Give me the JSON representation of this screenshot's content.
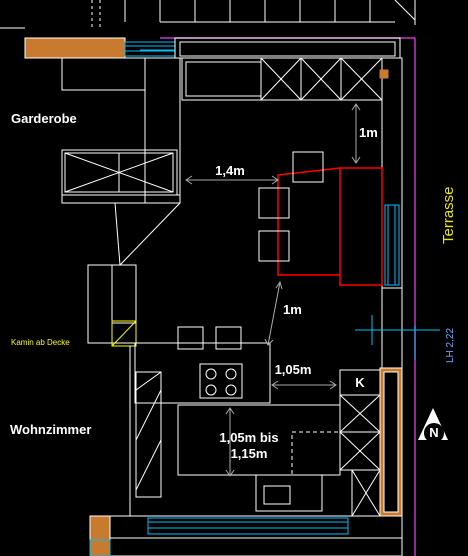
{
  "colors": {
    "background": "#000000",
    "wall": "#ffffff",
    "wall_fill": "#c87a2e",
    "window": "#00bfff",
    "dimension": "#aaaaaa",
    "table_outline": "#ff0000",
    "property_line": "#cc33cc",
    "label_yellow": "#ffff00",
    "label_cyan": "#6fa8ff"
  },
  "rooms": {
    "garderobe": "Garderobe",
    "wohnzimmer": "Wohnzimmer",
    "terrasse": "Terrasse"
  },
  "annotations": {
    "kamin": "Kamin ab Decke",
    "lh": "LH 2,22",
    "kitchen_mark": "K",
    "north": "N"
  },
  "dimensions": {
    "d1": "1,4m",
    "d2": "1m",
    "d3": "1m",
    "d4": "1,05m",
    "d5_line1": "1,05m bis",
    "d5_line2": "1,15m"
  }
}
